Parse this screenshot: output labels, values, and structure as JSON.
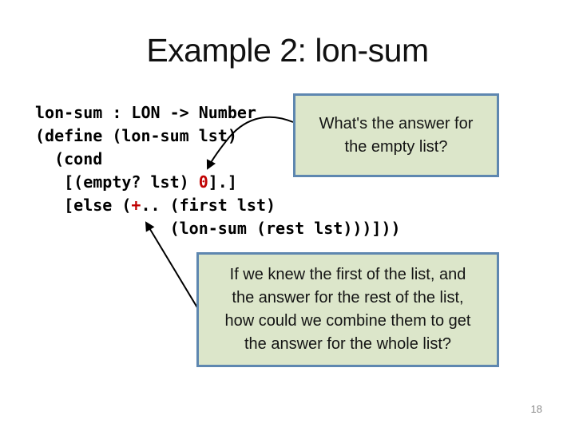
{
  "slide": {
    "title": "Example 2: lon-sum",
    "page_number": "18"
  },
  "code": {
    "text_color": "#000000",
    "accent_color": "#c00000",
    "lines": [
      {
        "segments": [
          {
            "t": "lon-sum : LON -> Number"
          }
        ]
      },
      {
        "segments": [
          {
            "t": "(define (lon-sum lst)"
          }
        ]
      },
      {
        "segments": [
          {
            "t": "  (cond"
          }
        ]
      },
      {
        "segments": [
          {
            "t": "   [(empty? lst) "
          },
          {
            "t": "0",
            "accent": true
          },
          {
            "t": "].]"
          }
        ]
      },
      {
        "segments": [
          {
            "t": "   [else ("
          },
          {
            "t": "+",
            "accent": true
          },
          {
            "t": ".. (first lst)"
          }
        ]
      },
      {
        "segments": [
          {
            "t": "              (lon-sum (rest lst)))]))"
          }
        ]
      }
    ]
  },
  "callouts": {
    "fill_color": "#dce6ca",
    "border_color": "#5e87b0",
    "empty_question": "What's the answer for\nthe empty list?",
    "combine_question": "If we knew the first of the list, and\nthe answer for the rest of the list,\nhow could we combine them to get\nthe answer for the whole list?"
  }
}
